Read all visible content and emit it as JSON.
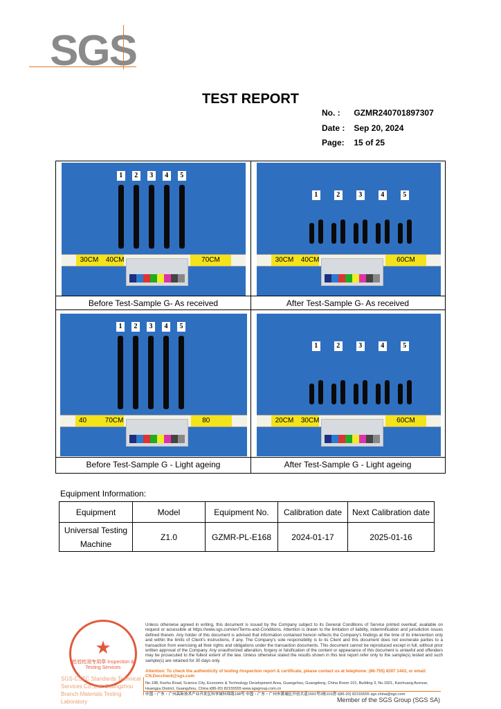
{
  "logo": "SGS",
  "title": "TEST REPORT",
  "info": [
    {
      "label": "No.  :",
      "value": "GZMR240701897307"
    },
    {
      "label": "Date :",
      "value": "Sep 20, 2024"
    },
    {
      "label": "Page:",
      "value": "15 of  25"
    }
  ],
  "photos": [
    {
      "caption": "Before Test-Sample G- As received",
      "ruler": [
        "30CM",
        "40CM",
        "70CM"
      ]
    },
    {
      "caption": "After Test-Sample G- As received",
      "ruler": [
        "30CM",
        "40CM",
        "60CM"
      ]
    },
    {
      "caption": "Before Test-Sample G - Light ageing",
      "ruler": [
        "40",
        "70CM",
        "80"
      ]
    },
    {
      "caption": "After Test-Sample G - Light ageing",
      "ruler": [
        "20CM",
        "30CM",
        "60CM"
      ]
    }
  ],
  "sample_numbers": [
    "1",
    "2",
    "3",
    "4",
    "5"
  ],
  "equipment": {
    "label": "Equipment Information:",
    "headers": [
      "Equipment",
      "Model",
      "Equipment No.",
      "Calibration date",
      "Next Calibration date"
    ],
    "rows": [
      [
        "Universal Testing Machine",
        "Z1.0",
        "GZMR-PL-E168",
        "2024-01-17",
        "2025-01-16"
      ]
    ]
  },
  "footer": {
    "stamp": "检验检测专用章 Inspection & Testing Services",
    "company": "SGS-CSTC Standards Technical Services Co.,Ltd. Guangzhou Branch Materials Testing Laboratory",
    "legal": "Unless otherwise agreed in writing, this document is issued by the Company subject to its General Conditions of Service printed overleaf, available on request or accessible at https://www.sgs.com/en/Terms-and-Conditions. Attention is drawn to the limitation of liability, indemnification and jurisdiction issues defined therein. Any holder of this document is advised that information contained hereon reflects the Company's findings at the time of its intervention only and within the limits of Client's instructions, if any. The Company's sole responsibility is to its Client and this document does not exonerate parties to a transaction from exercising all their rights and obligations under the transaction documents. This document cannot be reproduced except in full, without prior written approval of the Company. Any unauthorized alteration, forgery or falsification of the content or appearance of this document is unlawful and offenders may be prosecuted to the fullest extent of the law. Unless otherwise stated the results shown in this test report refer only to the sample(s) tested and such sample(s) are retained for 30 days only.",
    "attention": "Attention: To check the authenticity of testing /inspection report & certificate, please contact us at telephone: (86-755) 8307 1443, or email: CN.Doccheck@sgs.com",
    "addr1": "No.198, Kezhu Road, Science City, Economic & Technology Development Area, Guangzhou, Guangdong, China   Room 101, Building 3, No.1501, Kaichuang Avenue, Huangpu District, Guangzhou, China   t(86-20) 82155555  www.sgsgroup.com.cn",
    "addr2": "中国・广东・广州高新技术产业开发区科学城科珠路198号   中国・广东・广州市黄埔区开创大道1501号3栋101房   t(86-20) 82155555  sgs.china@sgs.com",
    "member": "Member of the SGS Group (SGS SA)"
  },
  "colors": {
    "accent": "#e87722",
    "photo_bg": "#2f6fc0"
  }
}
